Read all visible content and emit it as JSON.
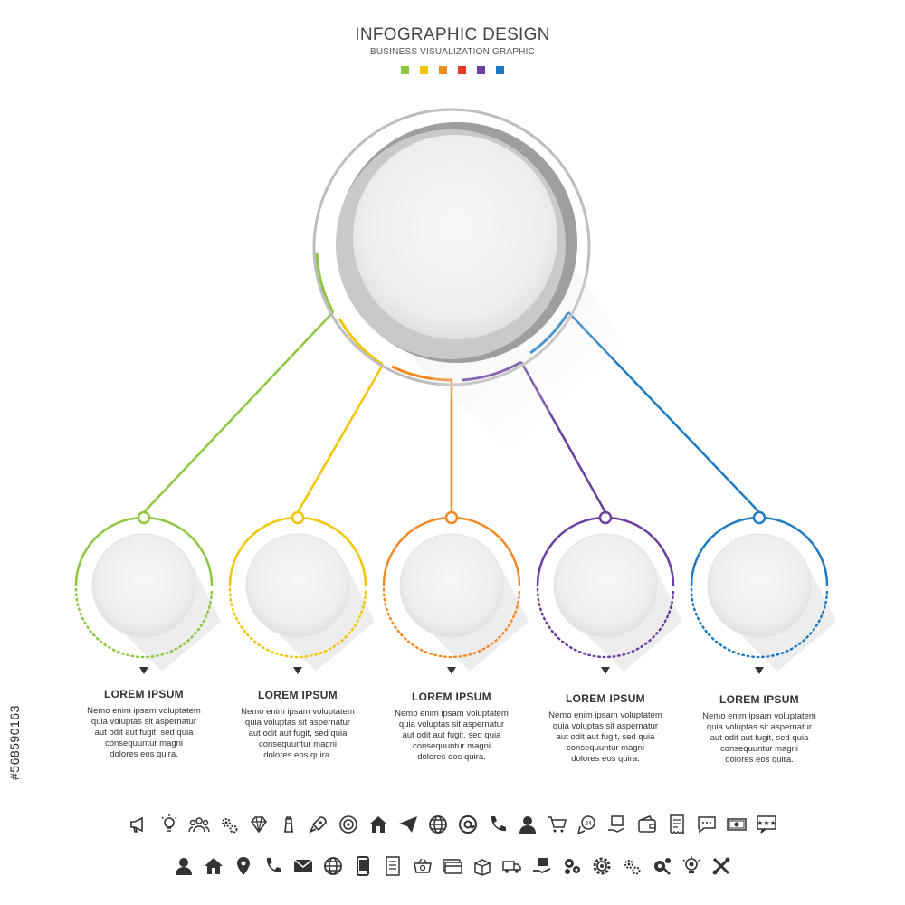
{
  "header": {
    "title": "INFOGRAPHIC DESIGN",
    "subtitle": "BUSINESS VISUALIZATION GRAPHIC",
    "swatch_colors": [
      "#8dc63f",
      "#f2c500",
      "#f08a24",
      "#e23b2a",
      "#6a3fa0",
      "#1f7bc1"
    ]
  },
  "steps": [
    {
      "title": "LOREM IPSUM",
      "line1": "Nemo enim ipsam voluptatem",
      "line2": "quia voluptas sit aspernatur",
      "line3": "aut odit aut fugit, sed quia",
      "line4": "consequuntur magni",
      "line5": "dolores eos quira.",
      "color": "#8dc63f"
    },
    {
      "title": "LOREM IPSUM",
      "line1": "Nemo enim ipsam voluptatem",
      "line2": "quia voluptas sit aspernatur",
      "line3": "aut odit aut fugit, sed quia",
      "line4": "consequuntur magni",
      "line5": "dolores eos quira.",
      "color": "#f2c500"
    },
    {
      "title": "LOREM IPSUM",
      "line1": "Nemo enim ipsam voluptatem",
      "line2": "quia voluptas sit aspernatur",
      "line3": "aut odit aut fugit, sed quia",
      "line4": "consequuntur magni",
      "line5": "dolores eos quira.",
      "color": "#f08a24"
    },
    {
      "title": "LOREM IPSUM",
      "line1": "Nemo enim ipsam voluptatem",
      "line2": "quia voluptas sit aspernatur",
      "line3": "aut odit aut fugit, sed quia",
      "line4": "consequuntur magni",
      "line5": "dolores eos quira.",
      "color": "#6a3fa0"
    },
    {
      "title": "LOREM IPSUM",
      "line1": "Nemo enim ipsam voluptatem",
      "line2": "quia voluptas sit aspernatur",
      "line3": "aut odit aut fugit, sed quia",
      "line4": "consequuntur magni",
      "line5": "dolores eos quira.",
      "color": "#1f7bc1"
    }
  ],
  "icons": {
    "row1": [
      "megaphone-icon",
      "lightbulb-icon",
      "team-icon",
      "gears-icon",
      "diamond-icon",
      "chess-icon",
      "rocket-icon",
      "target-icon",
      "home-icon",
      "paper-plane-icon",
      "globe-icon",
      "at-sign-icon",
      "phone-icon",
      "user-icon",
      "cart-icon",
      "support-24-icon",
      "delivery-box-icon",
      "wallet-icon",
      "receipt-icon",
      "chat-icon",
      "money-icon",
      "rating-icon"
    ],
    "row2": [
      "user-icon",
      "home-icon",
      "location-pin-icon",
      "phone-icon",
      "envelope-icon",
      "globe-icon",
      "smartphone-icon",
      "document-list-icon",
      "basket-add-icon",
      "credit-card-icon",
      "open-box-icon",
      "truck-icon",
      "hand-box-icon",
      "gear-cluster-icon",
      "gear-icon",
      "gears-icon",
      "gear-wrench-icon",
      "lightbulb-gear-icon",
      "tools-icon"
    ]
  },
  "watermark": "#568590163"
}
